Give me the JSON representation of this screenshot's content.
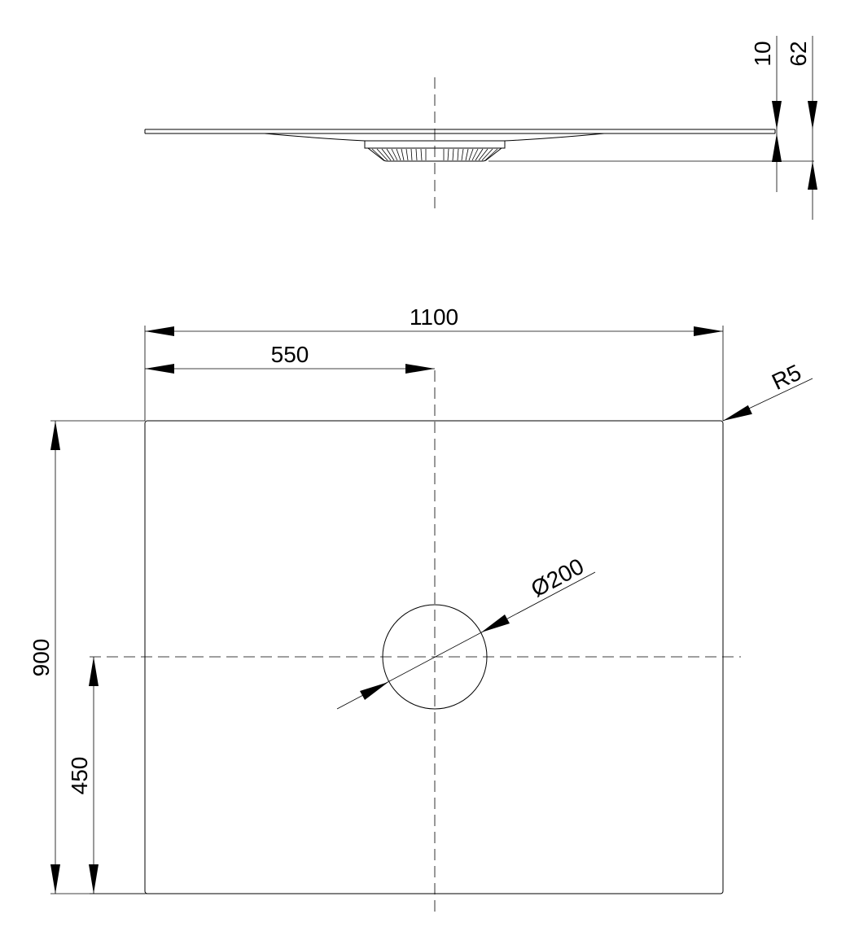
{
  "drawing": {
    "line_color": "#000000",
    "background_color": "#ffffff",
    "side_view": {
      "dims": {
        "edge_thickness": "10",
        "total_height": "62"
      }
    },
    "top_view": {
      "dims": {
        "overall_width": "1100",
        "half_width": "550",
        "corner_radius": "R5",
        "drain_diameter": "Ø200",
        "overall_depth": "900",
        "half_depth": "450"
      }
    }
  }
}
